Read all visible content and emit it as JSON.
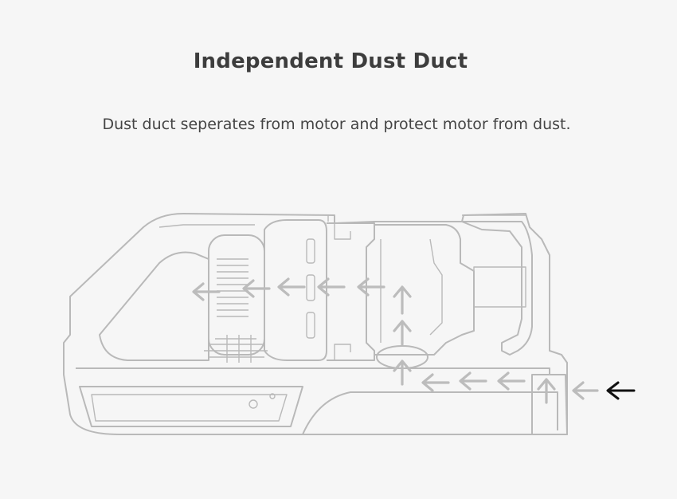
{
  "header": {
    "title": "Independent Dust Duct",
    "subtitle": "Dust duct seperates from motor and protect motor from dust."
  },
  "colors": {
    "background": "#f6f6f6",
    "outline": "#b9b9b9",
    "airflow_arrow": "#bcbcbc",
    "intake_arrow": "#111111"
  },
  "diagram": {
    "subject": "vacuum-cleaner-cross-section",
    "icons": [
      "arrow-left-icon",
      "arrow-up-icon"
    ]
  }
}
